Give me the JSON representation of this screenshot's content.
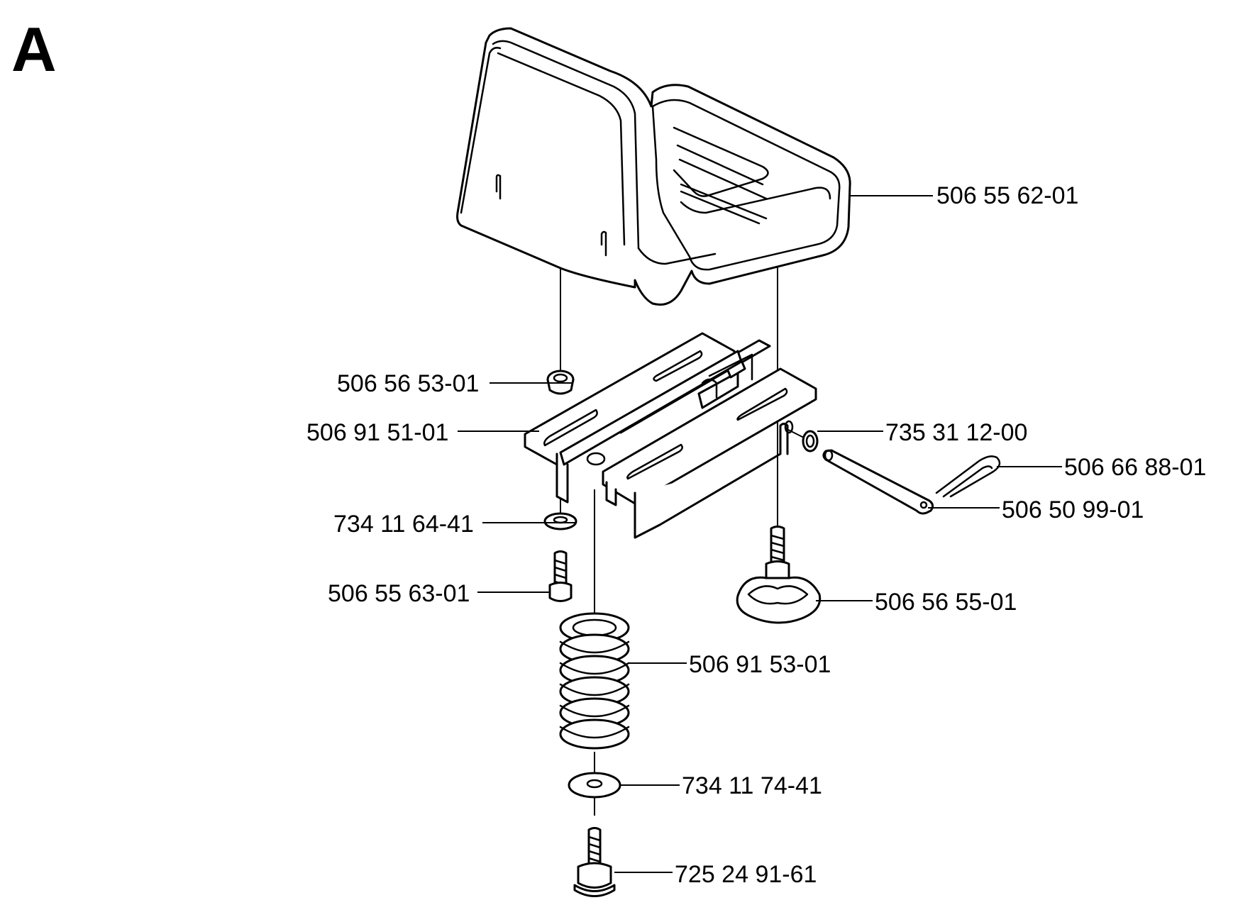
{
  "section": {
    "letter": "A"
  },
  "parts": [
    {
      "id": "seat",
      "number": "506 55 62-01"
    },
    {
      "id": "cap",
      "number": "506 56 53-01"
    },
    {
      "id": "bracket",
      "number": "506 91 51-01"
    },
    {
      "id": "washer-ring",
      "number": "735 31 12-00"
    },
    {
      "id": "hair-clip",
      "number": "506 66 88-01"
    },
    {
      "id": "pin",
      "number": "506 50 99-01"
    },
    {
      "id": "washer-small",
      "number": "734 11 64-41"
    },
    {
      "id": "screw",
      "number": "506 55 63-01"
    },
    {
      "id": "knob",
      "number": "506 56 55-01"
    },
    {
      "id": "spring",
      "number": "506 91 53-01"
    },
    {
      "id": "washer-large",
      "number": "734 11 74-41"
    },
    {
      "id": "bolt",
      "number": "725 24 91-61"
    }
  ]
}
